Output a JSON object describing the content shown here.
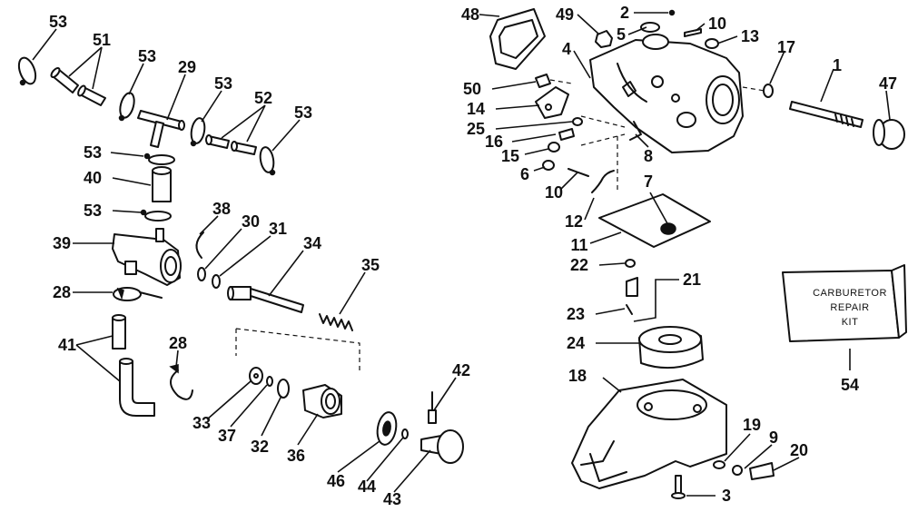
{
  "callouts": {
    "c53a": "53",
    "c51": "51",
    "c53b": "53",
    "c29": "29",
    "c53c": "53",
    "c52": "52",
    "c53d": "53",
    "c53e": "53",
    "c40": "40",
    "c53f": "53",
    "c39": "39",
    "c38": "38",
    "c30": "30",
    "c31": "31",
    "c34": "34",
    "c35": "35",
    "c28a": "28",
    "c41": "41",
    "c28b": "28",
    "c33": "33",
    "c37": "37",
    "c32": "32",
    "c36": "36",
    "c42": "42",
    "c46": "46",
    "c44": "44",
    "c43": "43",
    "c48": "48",
    "c49": "49",
    "c2": "2",
    "c5": "5",
    "c10a": "10",
    "c13": "13",
    "c4": "4",
    "c17": "17",
    "c1": "1",
    "c47": "47",
    "c50": "50",
    "c14": "14",
    "c25": "25",
    "c16": "16",
    "c15": "15",
    "c6": "6",
    "c10b": "10",
    "c8": "8",
    "c7": "7",
    "c12": "12",
    "c11": "11",
    "c22": "22",
    "c21": "21",
    "c23": "23",
    "c24": "24",
    "c18": "18",
    "c19": "19",
    "c9": "9",
    "c20": "20",
    "c3": "3",
    "c54": "54"
  },
  "kit": {
    "line1": "CARBURETOR",
    "line2": "REPAIR",
    "line3": "KIT"
  }
}
